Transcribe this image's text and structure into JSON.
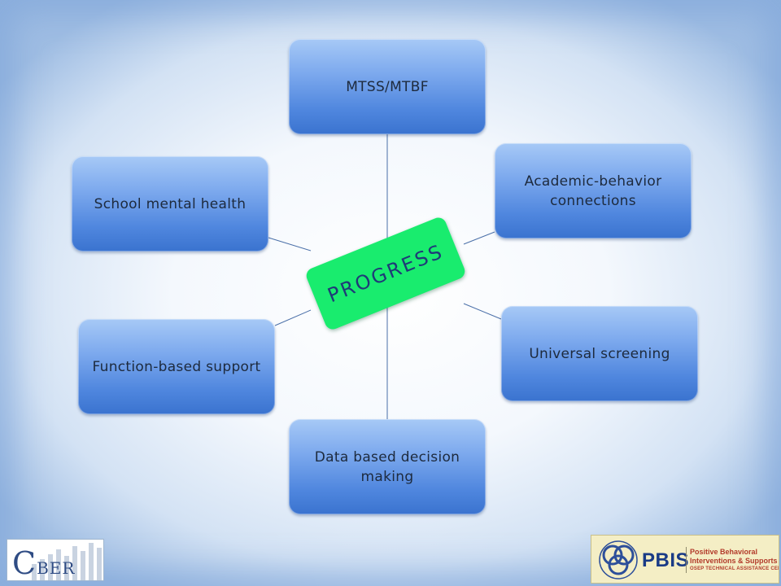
{
  "diagram": {
    "hub": {
      "label": "PROGRESS",
      "color": "#19ec6e"
    },
    "nodes": [
      {
        "id": "mtss",
        "label": "MTSS/MTBF"
      },
      {
        "id": "academic",
        "label": "Academic-behavior connections"
      },
      {
        "id": "universal",
        "label": "Universal screening"
      },
      {
        "id": "data",
        "label": "Data based decision making"
      },
      {
        "id": "function",
        "label": "Function-based support"
      },
      {
        "id": "school",
        "label": "School mental health"
      }
    ],
    "node_color": "#4f86de"
  },
  "logos": {
    "cber": {
      "text": "CBER",
      "first_letter": "C",
      "rest": "BER"
    },
    "pbis": {
      "word": "PBIS",
      "tagline_1": "Positive Behavioral",
      "tagline_2": "Interventions & Supports",
      "subtitle": "OSEP TECHNICAL ASSISTANCE CENTER"
    }
  }
}
